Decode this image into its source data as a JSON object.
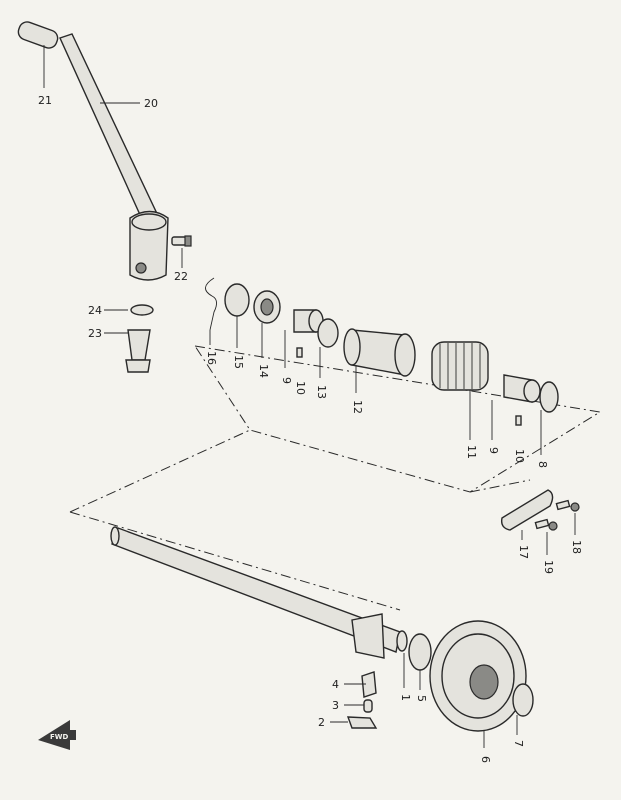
{
  "callouts": {
    "c1": "1",
    "c2": "2",
    "c3": "3",
    "c4": "4",
    "c5": "5",
    "c6": "6",
    "c7": "7",
    "c8": "8",
    "c9a": "9",
    "c9b": "9",
    "c10a": "10",
    "c10b": "10",
    "c11": "11",
    "c12": "12",
    "c13": "13",
    "c14": "14",
    "c15": "15",
    "c16": "16",
    "c17": "17",
    "c18": "18",
    "c19": "19",
    "c20": "20",
    "c21": "21",
    "c22": "22",
    "c23": "23",
    "c24": "24"
  },
  "direction_marker": {
    "label": "FWD",
    "icon": "forward-arrow-icon"
  }
}
